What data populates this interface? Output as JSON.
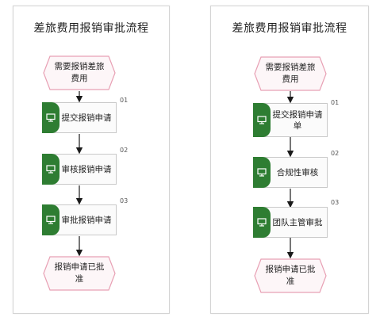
{
  "panels": [
    {
      "title": "差旅费用报销审批流程",
      "start": "需要报销差旅费用",
      "steps": [
        {
          "number": "01",
          "label": "提交报销申请"
        },
        {
          "number": "02",
          "label": "审核报销申请"
        },
        {
          "number": "03",
          "label": "审批报销申请"
        }
      ],
      "end": "报销申请已批准"
    },
    {
      "title": "差旅费用报销审批流程",
      "start": "需要报销差旅费用",
      "steps": [
        {
          "number": "01",
          "label": "提交报销申请单"
        },
        {
          "number": "02",
          "label": "合规性审核"
        },
        {
          "number": "03",
          "label": "团队主管审批"
        }
      ],
      "end": "报销申请已批准"
    }
  ],
  "colors": {
    "event_border": "#e8a0b4",
    "event_fill": "#fdf6f8",
    "task_tab": "#2e7d32",
    "connector": "#1a1a1a"
  },
  "icons": {
    "task_icon": "monitor-icon"
  }
}
